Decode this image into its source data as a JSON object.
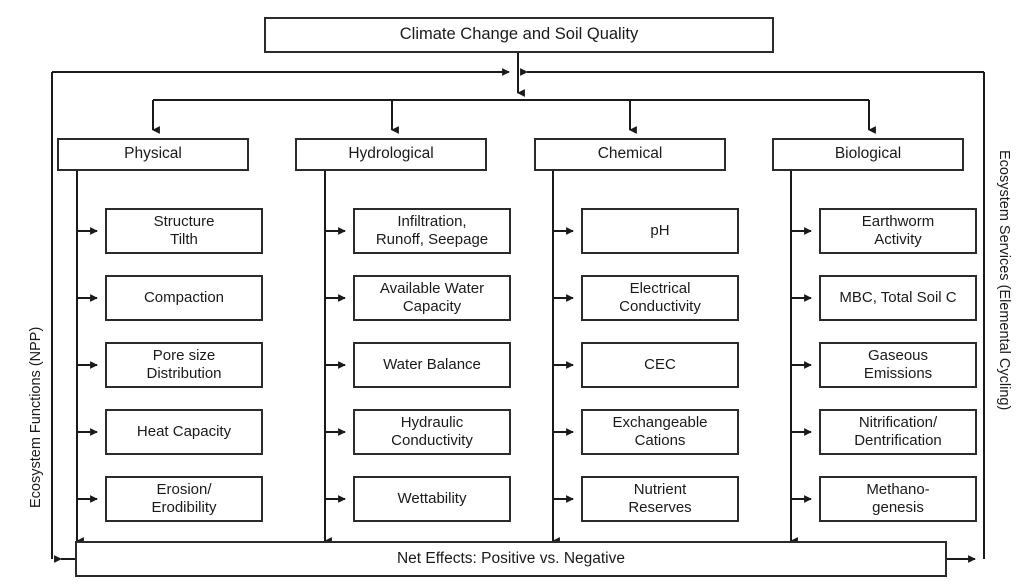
{
  "diagram": {
    "title_box": "Climate Change and Soil Quality",
    "bottom_box": "Net Effects: Positive vs. Negative",
    "left_axis_label": "Ecosystem Functions (NPP)",
    "right_axis_label": "Ecosystem Services (Elemental Cycling)",
    "stroke_color": "#2b2b2b",
    "background_color": "#ffffff",
    "columns": [
      {
        "header": "Physical",
        "items": [
          "Structure\nTilth",
          "Compaction",
          "Pore size\nDistribution",
          "Heat Capacity",
          "Erosion/\nErodibility"
        ]
      },
      {
        "header": "Hydrological",
        "items": [
          "Infiltration,\nRunoff, Seepage",
          "Available Water\nCapacity",
          "Water Balance",
          "Hydraulic\nConductivity",
          "Wettability"
        ]
      },
      {
        "header": "Chemical",
        "items": [
          "pH",
          "Electrical\nConductivity",
          "CEC",
          "Exchangeable\nCations",
          "Nutrient\nReserves"
        ]
      },
      {
        "header": "Biological",
        "items": [
          "Earthworm\nActivity",
          "MBC, Total Soil C",
          "Gaseous\nEmissions",
          "Nitrification/\nDentrification",
          "Methano-\ngenesis"
        ]
      }
    ]
  }
}
